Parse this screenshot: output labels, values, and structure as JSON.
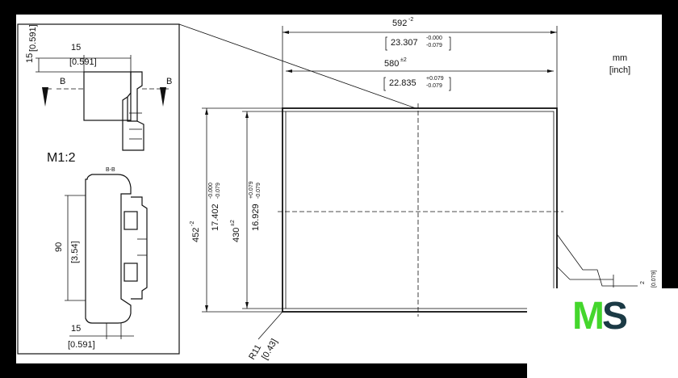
{
  "drawing": {
    "units_mm": "mm",
    "units_inch": "[inch]",
    "detail_scale": "M1:2",
    "section_label": "B-B",
    "section_mark": "B",
    "dims": {
      "top_outer_mm": "592",
      "top_outer_tol": "-2",
      "top_outer_inch": "23.307",
      "top_outer_inch_tol_upper": "-0.000",
      "top_outer_inch_tol_lower": "-0.079",
      "top_inner_mm": "580",
      "top_inner_tol": "±2",
      "top_inner_inch": "22.835",
      "top_inner_inch_tol_upper": "+0.079",
      "top_inner_inch_tol_lower": "-0.079",
      "left_outer_mm": "452",
      "left_outer_tol": "-2",
      "left_outer_inch": "17.402",
      "left_outer_inch_tol_upper": "-0.000",
      "left_outer_inch_tol_lower": "-0.079",
      "left_inner_mm": "430",
      "left_inner_tol": "±2",
      "left_inner_inch": "16.929",
      "left_inner_inch_tol_upper": "+0.079",
      "left_inner_inch_tol_lower": "-0.079",
      "profile_width_top_mm": "15",
      "profile_width_top_inch": "[0.591]",
      "profile_height_mm": "15",
      "profile_height_inch": "[0.591]",
      "section_height_mm": "90",
      "section_height_inch": "[3.54]",
      "section_width_bottom_mm": "15",
      "section_width_bottom_inch": "[0.591]",
      "corner_radius_mm": "R11",
      "corner_radius_inch": "[0.43]",
      "right_small_mm": "2",
      "right_small_inch": "[0.079]"
    }
  },
  "logo": {
    "letter_m": "M",
    "letter_s": "S"
  },
  "colors": {
    "logo_green": "#44d62c",
    "logo_dark": "#1b3a45"
  }
}
